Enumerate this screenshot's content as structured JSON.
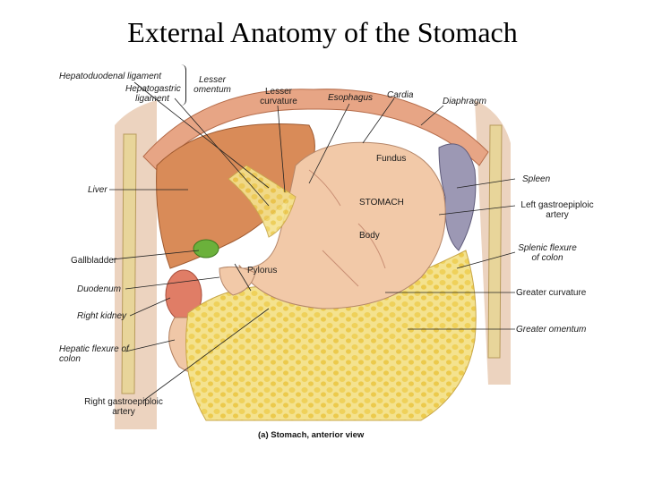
{
  "title": "External Anatomy of the Stomach",
  "caption": "(a) Stomach, anterior view",
  "labels": {
    "hepatoduodenal": "Hepatoduodenal ligament",
    "hepatogastric": "Hepatogastric ligament",
    "lesser_omentum": "Lesser omentum",
    "lesser_curvature": "Lesser curvature",
    "esophagus": "Esophagus",
    "cardia": "Cardia",
    "diaphragm": "Diaphragm",
    "fundus": "Fundus",
    "stomach": "STOMACH",
    "body": "Body",
    "liver": "Liver",
    "gallbladder": "Gallbladder",
    "pylorus": "Pylorus",
    "duodenum": "Duodenum",
    "right_kidney": "Right kidney",
    "hepatic_flexure": "Hepatic flexure of colon",
    "right_gastroepiploic": "Right gastroepiploic artery",
    "spleen": "Spleen",
    "left_gastroepiploic": "Left gastroepiploic artery",
    "splenic_flexure": "Splenic flexure of colon",
    "greater_curvature": "Greater curvature",
    "greater_omentum": "Greater omentum"
  },
  "colors": {
    "stomach": "#f2c9a8",
    "liver": "#d98b58",
    "omentum": "#f1dc7a",
    "diaphragm": "#e7a585",
    "spleen": "#9c98b4",
    "gallbladder": "#6bb13b",
    "kidney": "#e07d66"
  }
}
